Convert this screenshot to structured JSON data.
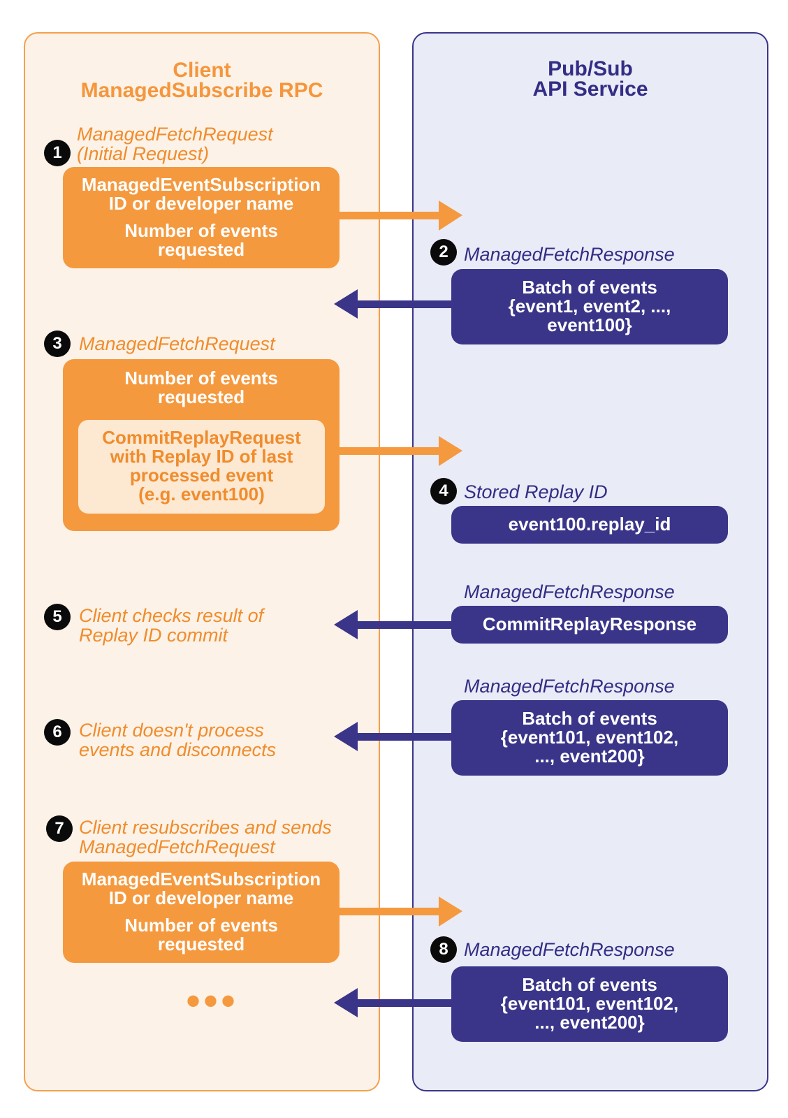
{
  "client_lane": {
    "title_line1": "Client",
    "title_line2": "ManagedSubscribe RPC"
  },
  "service_lane": {
    "title_line1": "Pub/Sub",
    "title_line2": "API Service"
  },
  "steps": {
    "s1": {
      "number": "1",
      "label_line1": "ManagedFetchRequest",
      "label_line2": "(Initial Request)",
      "box_line1": "ManagedEventSubscription",
      "box_line2": "ID or developer name",
      "box_line3": "Number of events",
      "box_line4": "requested"
    },
    "s2": {
      "number": "2",
      "label": "ManagedFetchResponse",
      "box_line1": "Batch of events",
      "box_line2": "{event1, event2, ...,",
      "box_line3": "event100}"
    },
    "s3": {
      "number": "3",
      "label": "ManagedFetchRequest",
      "box_line1": "Number of events",
      "box_line2": "requested",
      "inner_line1": "CommitReplayRequest",
      "inner_line2": "with Replay ID of last",
      "inner_line3": "processed event",
      "inner_line4": "(e.g. event100)"
    },
    "s4": {
      "number": "4",
      "label": "Stored Replay ID",
      "box": "event100.replay_id"
    },
    "s5": {
      "number": "5",
      "label_line1": "Client checks result of",
      "label_line2": "Replay ID commit",
      "response_label": "ManagedFetchResponse",
      "response_box": "CommitReplayResponse"
    },
    "s6": {
      "number": "6",
      "label_line1": "Client doesn't process",
      "label_line2": "events and disconnects",
      "response_label": "ManagedFetchResponse",
      "box_line1": "Batch of events",
      "box_line2": "{event101, event102,",
      "box_line3": "..., event200}"
    },
    "s7": {
      "number": "7",
      "label_line1": "Client resubscribes and sends",
      "label_line2": "ManagedFetchRequest",
      "box_line1": "ManagedEventSubscription",
      "box_line2": "ID or developer name",
      "box_line3": "Number of events",
      "box_line4": "requested"
    },
    "s8": {
      "number": "8",
      "label": "ManagedFetchResponse",
      "box_line1": "Batch of events",
      "box_line2": "{event101, event102,",
      "box_line3": "..., event200}"
    }
  },
  "continuation": "•••",
  "colors": {
    "client_orange": "#f5993f",
    "service_navy": "#3a3589",
    "client_bg": "#fcf2e7",
    "service_bg": "#e9ebf6"
  }
}
